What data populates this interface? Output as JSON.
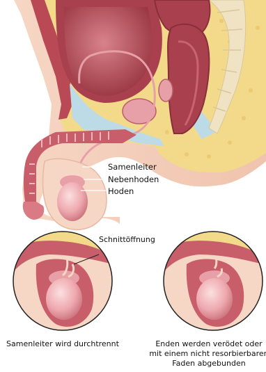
{
  "anatomy_labels": {
    "vas_deferens": "Samenleiter",
    "epididymis": "Nebenhoden",
    "testis": "Hoden"
  },
  "incision_label": "Schnittöffnung",
  "captions": {
    "left": "Samenleiter wird durchtrennt",
    "right_line1": "Enden werden verödet oder",
    "right_line2": "mit einem nicht resorbierbaren",
    "right_line3": "Faden abgebunden"
  },
  "colors": {
    "fat": "#f3d98a",
    "muscle": "#b94a55",
    "organ_pink": "#e8a0a8",
    "skin": "#f6d6c4",
    "bladder": "#c0636d",
    "intestine": "#a8414d"
  }
}
